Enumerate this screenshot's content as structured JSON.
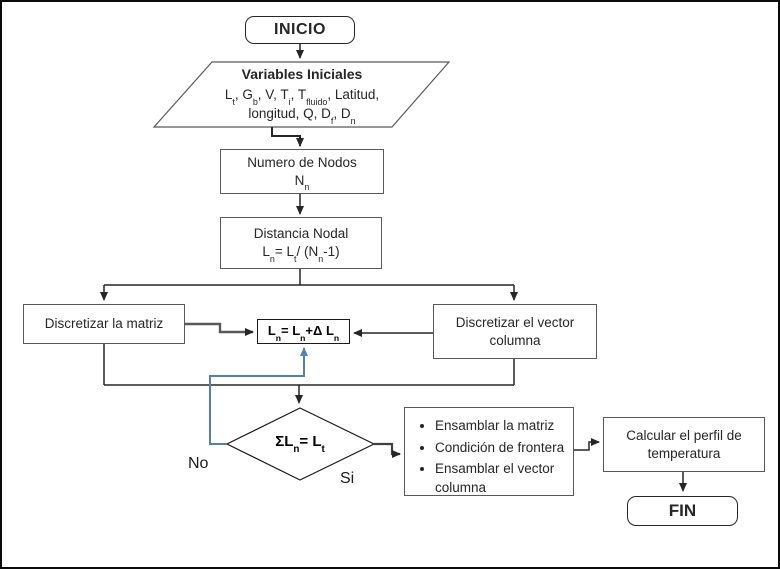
{
  "colors": {
    "connector": "#262626",
    "connector_gray": "#595959",
    "loop_blue": "#4f81bd",
    "box_border": "#595959",
    "text": "#262626"
  },
  "nodes": {
    "inicio": {
      "label": "INICIO"
    },
    "variables": {
      "title": "Variables Iniciales",
      "line1": [
        {
          "t": "L"
        },
        {
          "s": "t"
        },
        {
          "t": ", G"
        },
        {
          "s": "b"
        },
        {
          "t": ", V, T"
        },
        {
          "s": "i"
        },
        {
          "t": ", T"
        },
        {
          "s": "fluido"
        },
        {
          "t": ", Latitud,"
        }
      ],
      "line2": [
        {
          "t": "longitud, Q, D"
        },
        {
          "s": "f"
        },
        {
          "t": ", D"
        },
        {
          "s": "n"
        }
      ]
    },
    "numero": {
      "title": "Numero de Nodos",
      "formula": [
        {
          "t": "N"
        },
        {
          "s": "n"
        }
      ]
    },
    "distancia": {
      "title": "Distancia Nodal",
      "formula": [
        {
          "t": "L"
        },
        {
          "s": "n"
        },
        {
          "t": "= L"
        },
        {
          "s": "t"
        },
        {
          "t": "/ (N"
        },
        {
          "s": "n"
        },
        {
          "t": "-1)"
        }
      ]
    },
    "matriz": {
      "label": "Discretizar la matriz"
    },
    "vector": {
      "line1": "Discretizar el vector",
      "line2": "columna"
    },
    "incremento": {
      "formula": [
        {
          "t": "L"
        },
        {
          "s": "n"
        },
        {
          "t": "= L"
        },
        {
          "s": "n"
        },
        {
          "t": "+Δ L"
        },
        {
          "s": "n"
        }
      ]
    },
    "decision": {
      "formula": [
        {
          "t": "ΣL"
        },
        {
          "s": "n"
        },
        {
          "t": "= L"
        },
        {
          "s": "t"
        }
      ],
      "no_label": "No",
      "si_label": "Si"
    },
    "ensamblar": {
      "bullets": [
        "Ensamblar la matriz",
        "Condición de frontera",
        "Ensamblar el vector columna"
      ]
    },
    "calcular": {
      "line1": "Calcular el perfil de",
      "line2": "temperatura"
    },
    "fin": {
      "label": "FIN"
    }
  }
}
